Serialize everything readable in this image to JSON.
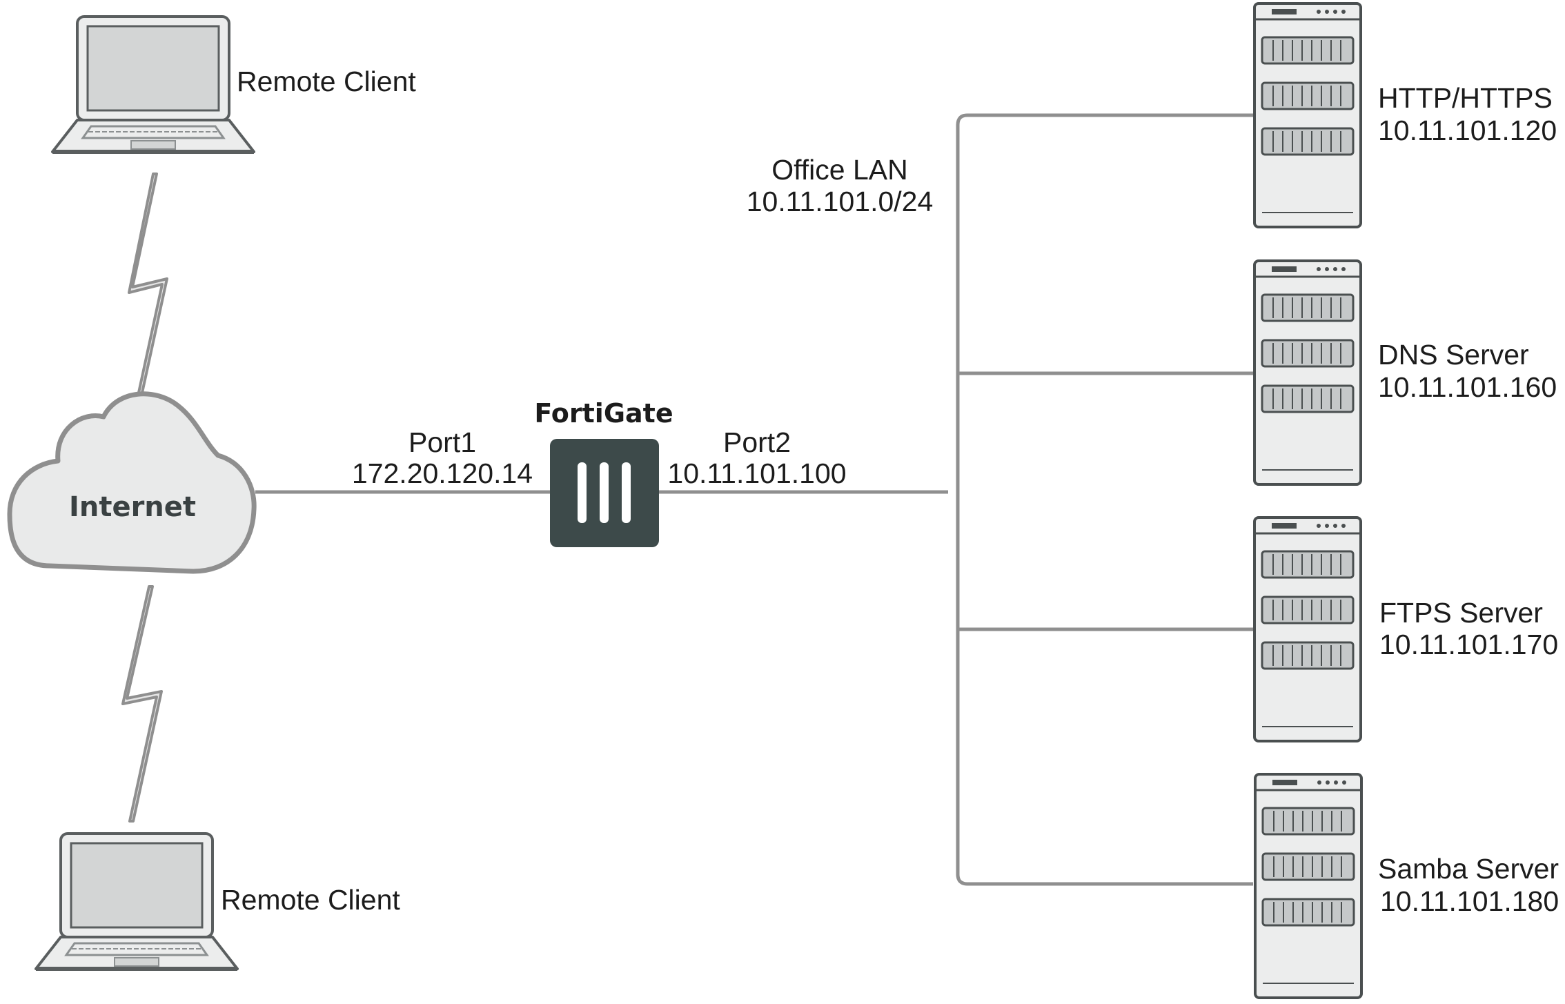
{
  "diagram": {
    "remote_client_top": "Remote Client",
    "remote_client_bottom": "Remote Client",
    "internet": "Internet",
    "fortigate": "FortiGate",
    "port1": {
      "name": "Port1",
      "ip": "172.20.120.14"
    },
    "port2": {
      "name": "Port2",
      "ip": "10.11.101.100"
    },
    "office_lan": {
      "name": "Office LAN",
      "subnet": "10.11.101.0/24"
    },
    "servers": [
      {
        "name": "HTTP/HTTPS",
        "ip": "10.11.101.120"
      },
      {
        "name": "DNS Server",
        "ip": "10.11.101.160"
      },
      {
        "name": "FTPS Server",
        "ip": "10.11.101.170"
      },
      {
        "name": "Samba Server",
        "ip": "10.11.101.180"
      }
    ],
    "colors": {
      "line": "#8f8f8f",
      "device_fill": "#eceded",
      "device_stroke": "#4a4f50",
      "fortigate_body": "#3d4a4a",
      "cloud_fill": "#e9eaea",
      "text": "#1c1c1c"
    }
  }
}
